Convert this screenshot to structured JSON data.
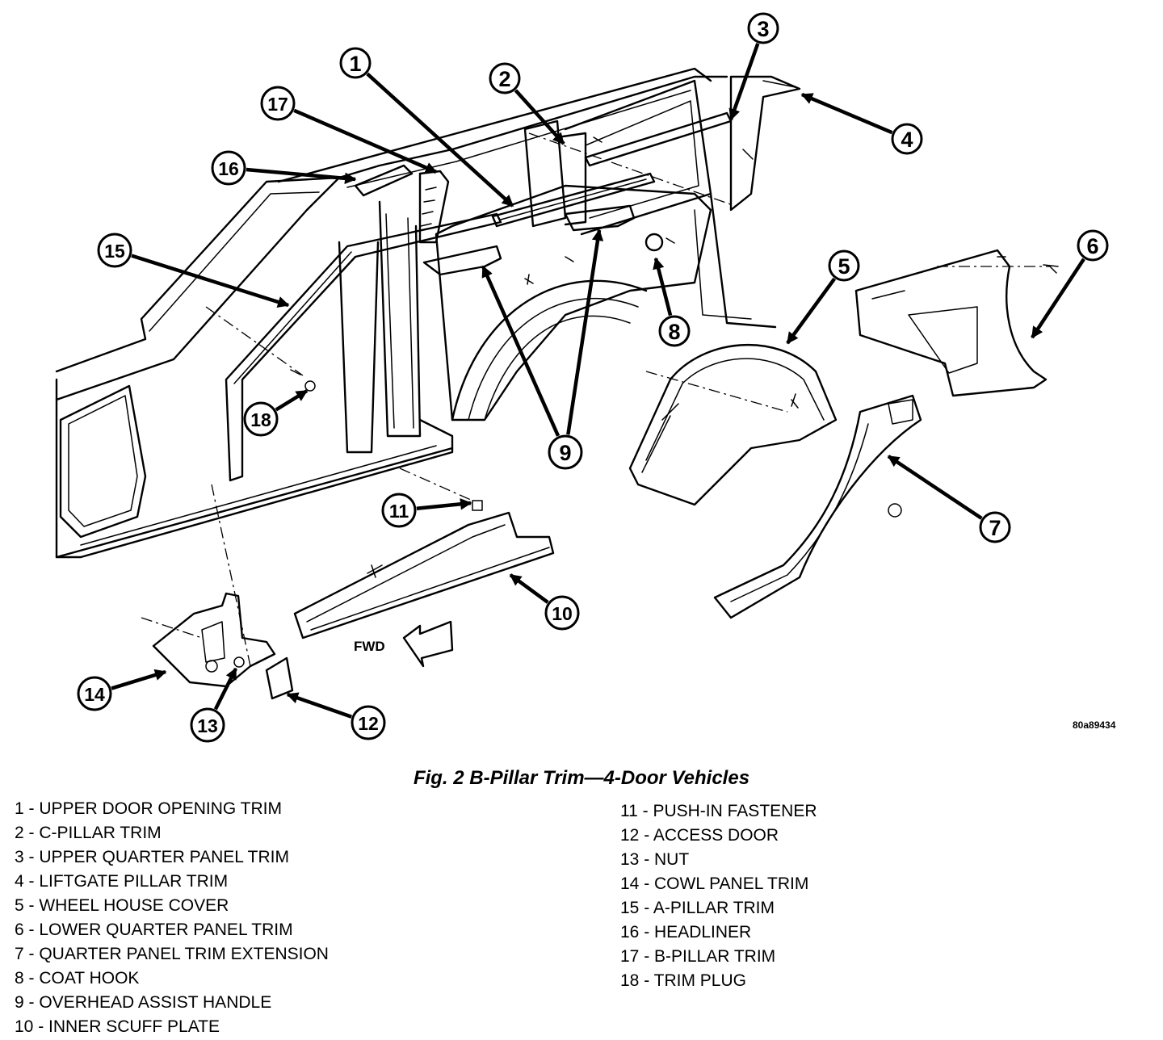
{
  "figure": {
    "caption": "Fig. 2 B-Pillar Trim—4-Door Vehicles",
    "reference_code": "80a89434",
    "direction_label": "FWD"
  },
  "callouts": [
    {
      "number": "1"
    },
    {
      "number": "2"
    },
    {
      "number": "3"
    },
    {
      "number": "4"
    },
    {
      "number": "5"
    },
    {
      "number": "6"
    },
    {
      "number": "7"
    },
    {
      "number": "8"
    },
    {
      "number": "9"
    },
    {
      "number": "10"
    },
    {
      "number": "11"
    },
    {
      "number": "12"
    },
    {
      "number": "13"
    },
    {
      "number": "14"
    },
    {
      "number": "15"
    },
    {
      "number": "16"
    },
    {
      "number": "17"
    },
    {
      "number": "18"
    }
  ],
  "legend": {
    "left": [
      {
        "text": "1 - UPPER DOOR OPENING TRIM"
      },
      {
        "text": "2 - C-PILLAR TRIM"
      },
      {
        "text": "3 - UPPER QUARTER PANEL TRIM"
      },
      {
        "text": "4 - LIFTGATE PILLAR TRIM"
      },
      {
        "text": "5 - WHEEL HOUSE COVER"
      },
      {
        "text": "6 - LOWER QUARTER PANEL TRIM"
      },
      {
        "text": "7 - QUARTER PANEL TRIM EXTENSION"
      },
      {
        "text": "8 - COAT HOOK"
      },
      {
        "text": "9 - OVERHEAD ASSIST HANDLE"
      },
      {
        "text": "10 - INNER SCUFF PLATE"
      }
    ],
    "right": [
      {
        "text": "11 - PUSH-IN FASTENER"
      },
      {
        "text": "12 - ACCESS DOOR"
      },
      {
        "text": "13 - NUT"
      },
      {
        "text": "14 - COWL PANEL TRIM"
      },
      {
        "text": "15 - A-PILLAR TRIM"
      },
      {
        "text": "16 - HEADLINER"
      },
      {
        "text": "17 - B-PILLAR TRIM"
      },
      {
        "text": "18 - TRIM PLUG"
      }
    ]
  }
}
